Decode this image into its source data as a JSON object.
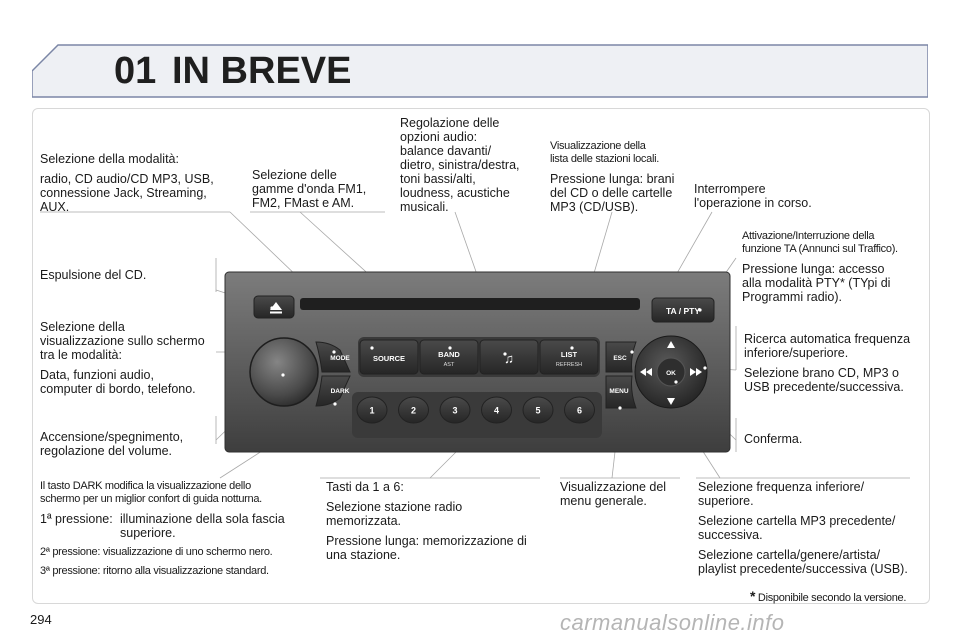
{
  "header": {
    "chapter_number": "01",
    "title": "IN BREVE"
  },
  "radio": {
    "labels": {
      "mode": "MODE",
      "dark": "DARK",
      "source": "SOURCE",
      "band": "BAND",
      "band_sub": "AST",
      "list": "LIST",
      "list_sub": "REFRESH",
      "esc": "ESC",
      "menu": "MENU",
      "ta_pty": "TA / PTY",
      "ok": "OK"
    },
    "presets": [
      "1",
      "2",
      "3",
      "4",
      "5",
      "6"
    ]
  },
  "callouts": {
    "mode_selection": {
      "title": "Selezione della modalità:",
      "body": [
        "radio, CD audio/CD MP3, USB,",
        "connessione Jack, Streaming,",
        "AUX."
      ]
    },
    "band_selection": {
      "lines": [
        "Selezione delle",
        "gamme d'onda FM1,",
        "FM2, FMast e AM."
      ]
    },
    "audio_options": {
      "lines": [
        "Regolazione delle",
        "opzioni audio:",
        "balance davanti/",
        "dietro, sinistra/destra,",
        "toni bassi/alti,",
        "loudness, acustiche",
        "musicali."
      ]
    },
    "list_display": {
      "title": [
        "Visualizzazione della",
        "lista delle stazioni locali."
      ],
      "body": [
        "Pressione lunga: brani",
        "del CD o delle cartelle",
        "MP3 (CD/USB)."
      ]
    },
    "abort": {
      "lines": [
        "Interrompere",
        "l'operazione in corso."
      ]
    },
    "ta_pty": {
      "title": [
        "Attivazione/Interruzione della",
        "funzione TA (Annunci sul Traffico)."
      ],
      "body": [
        "Pressione lunga: accesso",
        "alla modalità PTY* (TYpi di",
        "Programmi radio)."
      ]
    },
    "eject": {
      "lines": [
        "Espulsione del CD."
      ]
    },
    "screen_mode": {
      "title": [
        "Selezione della",
        "visualizzazione sullo schermo",
        "tra le modalità:"
      ],
      "body": [
        "Data, funzioni audio,",
        "computer di bordo, telefono."
      ]
    },
    "seek": {
      "title": [
        "Ricerca automatica frequenza",
        "inferiore/superiore."
      ],
      "body": [
        "Selezione brano CD, MP3 o",
        "USB precedente/successiva."
      ]
    },
    "power_volume": {
      "lines": [
        "Accensione/spegnimento,",
        "regolazione del volume."
      ]
    },
    "confirm": {
      "lines": [
        "Conferma."
      ]
    },
    "dark": {
      "intro": [
        "Il tasto DARK modifica la visualizzazione dello",
        "schermo per un miglior confort di guida notturna."
      ],
      "first_label": "1ª pressione:",
      "first_body": [
        "illuminazione della sola fascia",
        "superiore."
      ],
      "second": "2ª pressione: visualizzazione di uno schermo nero.",
      "third": "3ª pressione: ritorno alla visualizzazione standard."
    },
    "presets": {
      "title": "Tasti da 1 a 6:",
      "body1": [
        "Selezione stazione radio",
        "memorizzata."
      ],
      "body2": [
        "Pressione lunga: memorizzazione di",
        "una stazione."
      ]
    },
    "general_menu": {
      "lines": [
        "Visualizzazione del",
        "menu generale."
      ]
    },
    "arrows_updown": {
      "p1": [
        "Selezione frequenza inferiore/",
        "superiore."
      ],
      "p2": [
        "Selezione cartella MP3 precedente/",
        "successiva."
      ],
      "p3": [
        "Selezione cartella/genere/artista/",
        "playlist precedente/successiva (USB)."
      ]
    }
  },
  "footnote": {
    "mark": "*",
    "text": "Disponibile secondo la versione."
  },
  "page_number": "294",
  "watermark": "carmanualsonline.info"
}
